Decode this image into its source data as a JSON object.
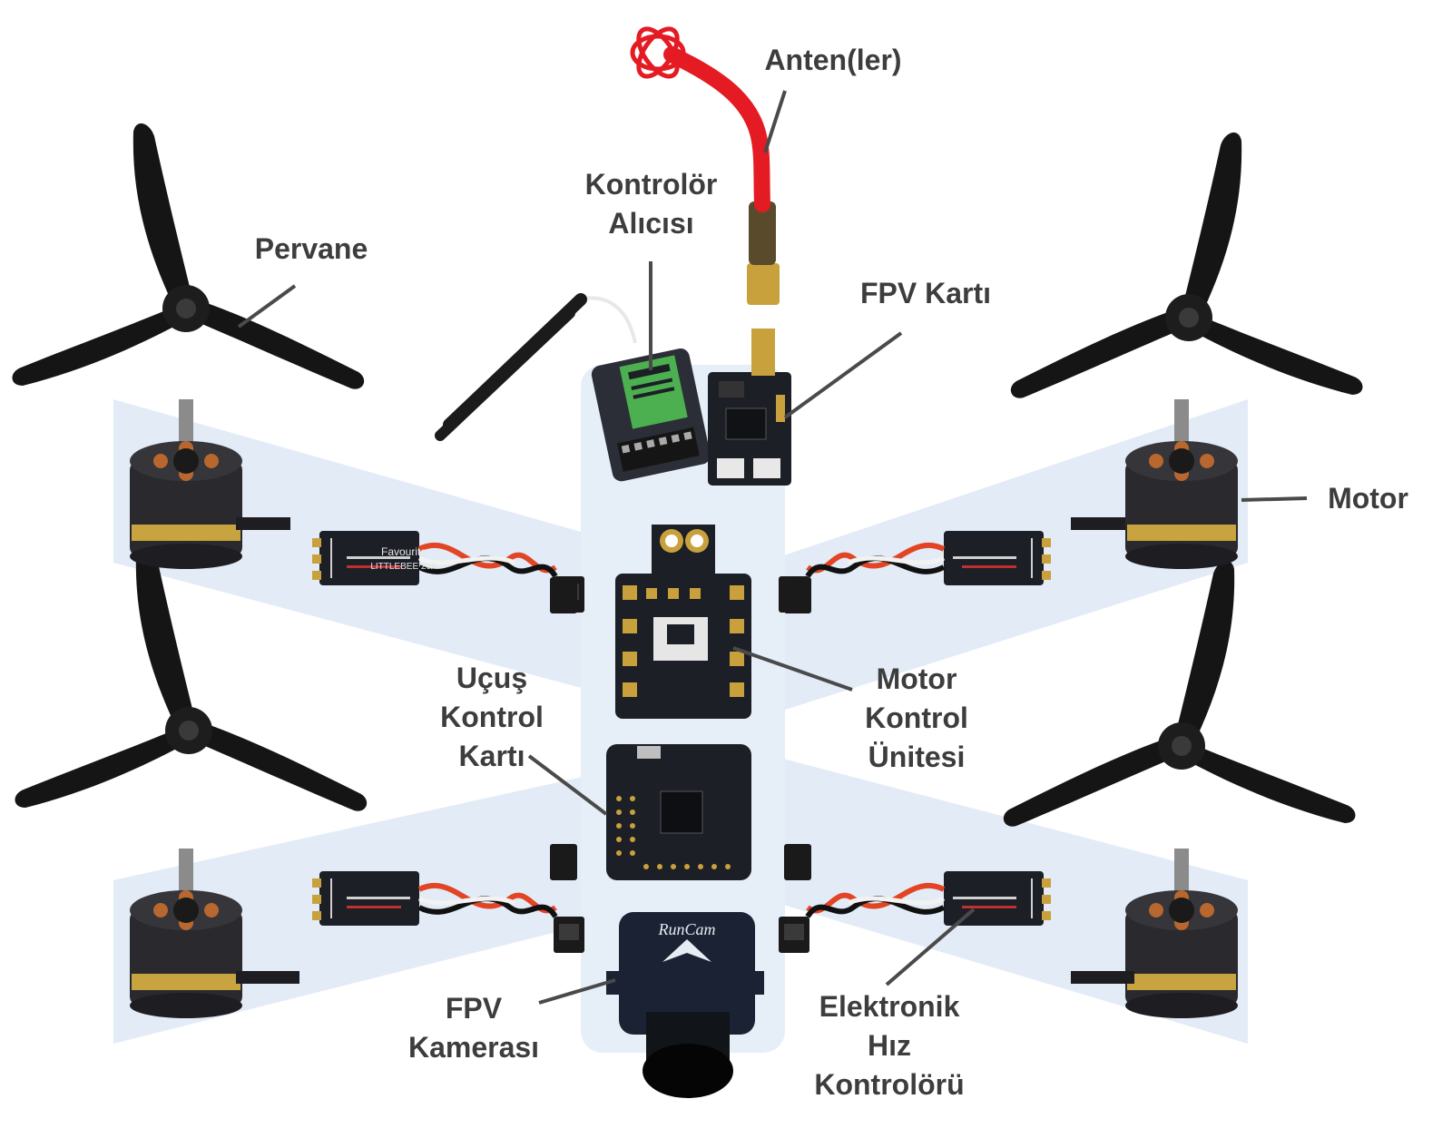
{
  "labels": {
    "antenna": "Anten(ler)",
    "receiver": [
      "Kontrolör",
      "Alıcısı"
    ],
    "propeller": "Pervane",
    "fpv_board": "FPV Kartı",
    "motor": "Motor",
    "motor_control_unit": [
      "Motor",
      "Kontrol",
      "Ünitesi"
    ],
    "flight_controller": [
      "Uçuş",
      "Kontrol",
      "Kartı"
    ],
    "fpv_camera": [
      "FPV",
      "Kamerası"
    ],
    "esc": [
      "Elektronik",
      "Hız",
      "Kontrolörü"
    ]
  },
  "printed_marks": {
    "camera_brand": "RunCam",
    "esc_brand": "Favourite",
    "esc_model": "LITTLEBEE 20A"
  },
  "colors": {
    "label_text": "#3d3d3d",
    "leader_line": "#4a4a4a",
    "frame_panel": "#dde8f4",
    "frame_arm": "#e3ecf6",
    "component_dark": "#1c1f26",
    "antenna_red": "#e41b23",
    "connector_gold": "#c9a13c",
    "receiver_green": "#4caf50",
    "motor_bell": "#2a2a2e",
    "motor_copper": "#b8672e",
    "motor_label_gold": "#c8a441"
  },
  "icons": {
    "propeller": "three-blade-propeller-icon",
    "motor": "brushless-motor-icon",
    "esc": "esc-board-icon",
    "camera": "fpv-camera-icon"
  }
}
